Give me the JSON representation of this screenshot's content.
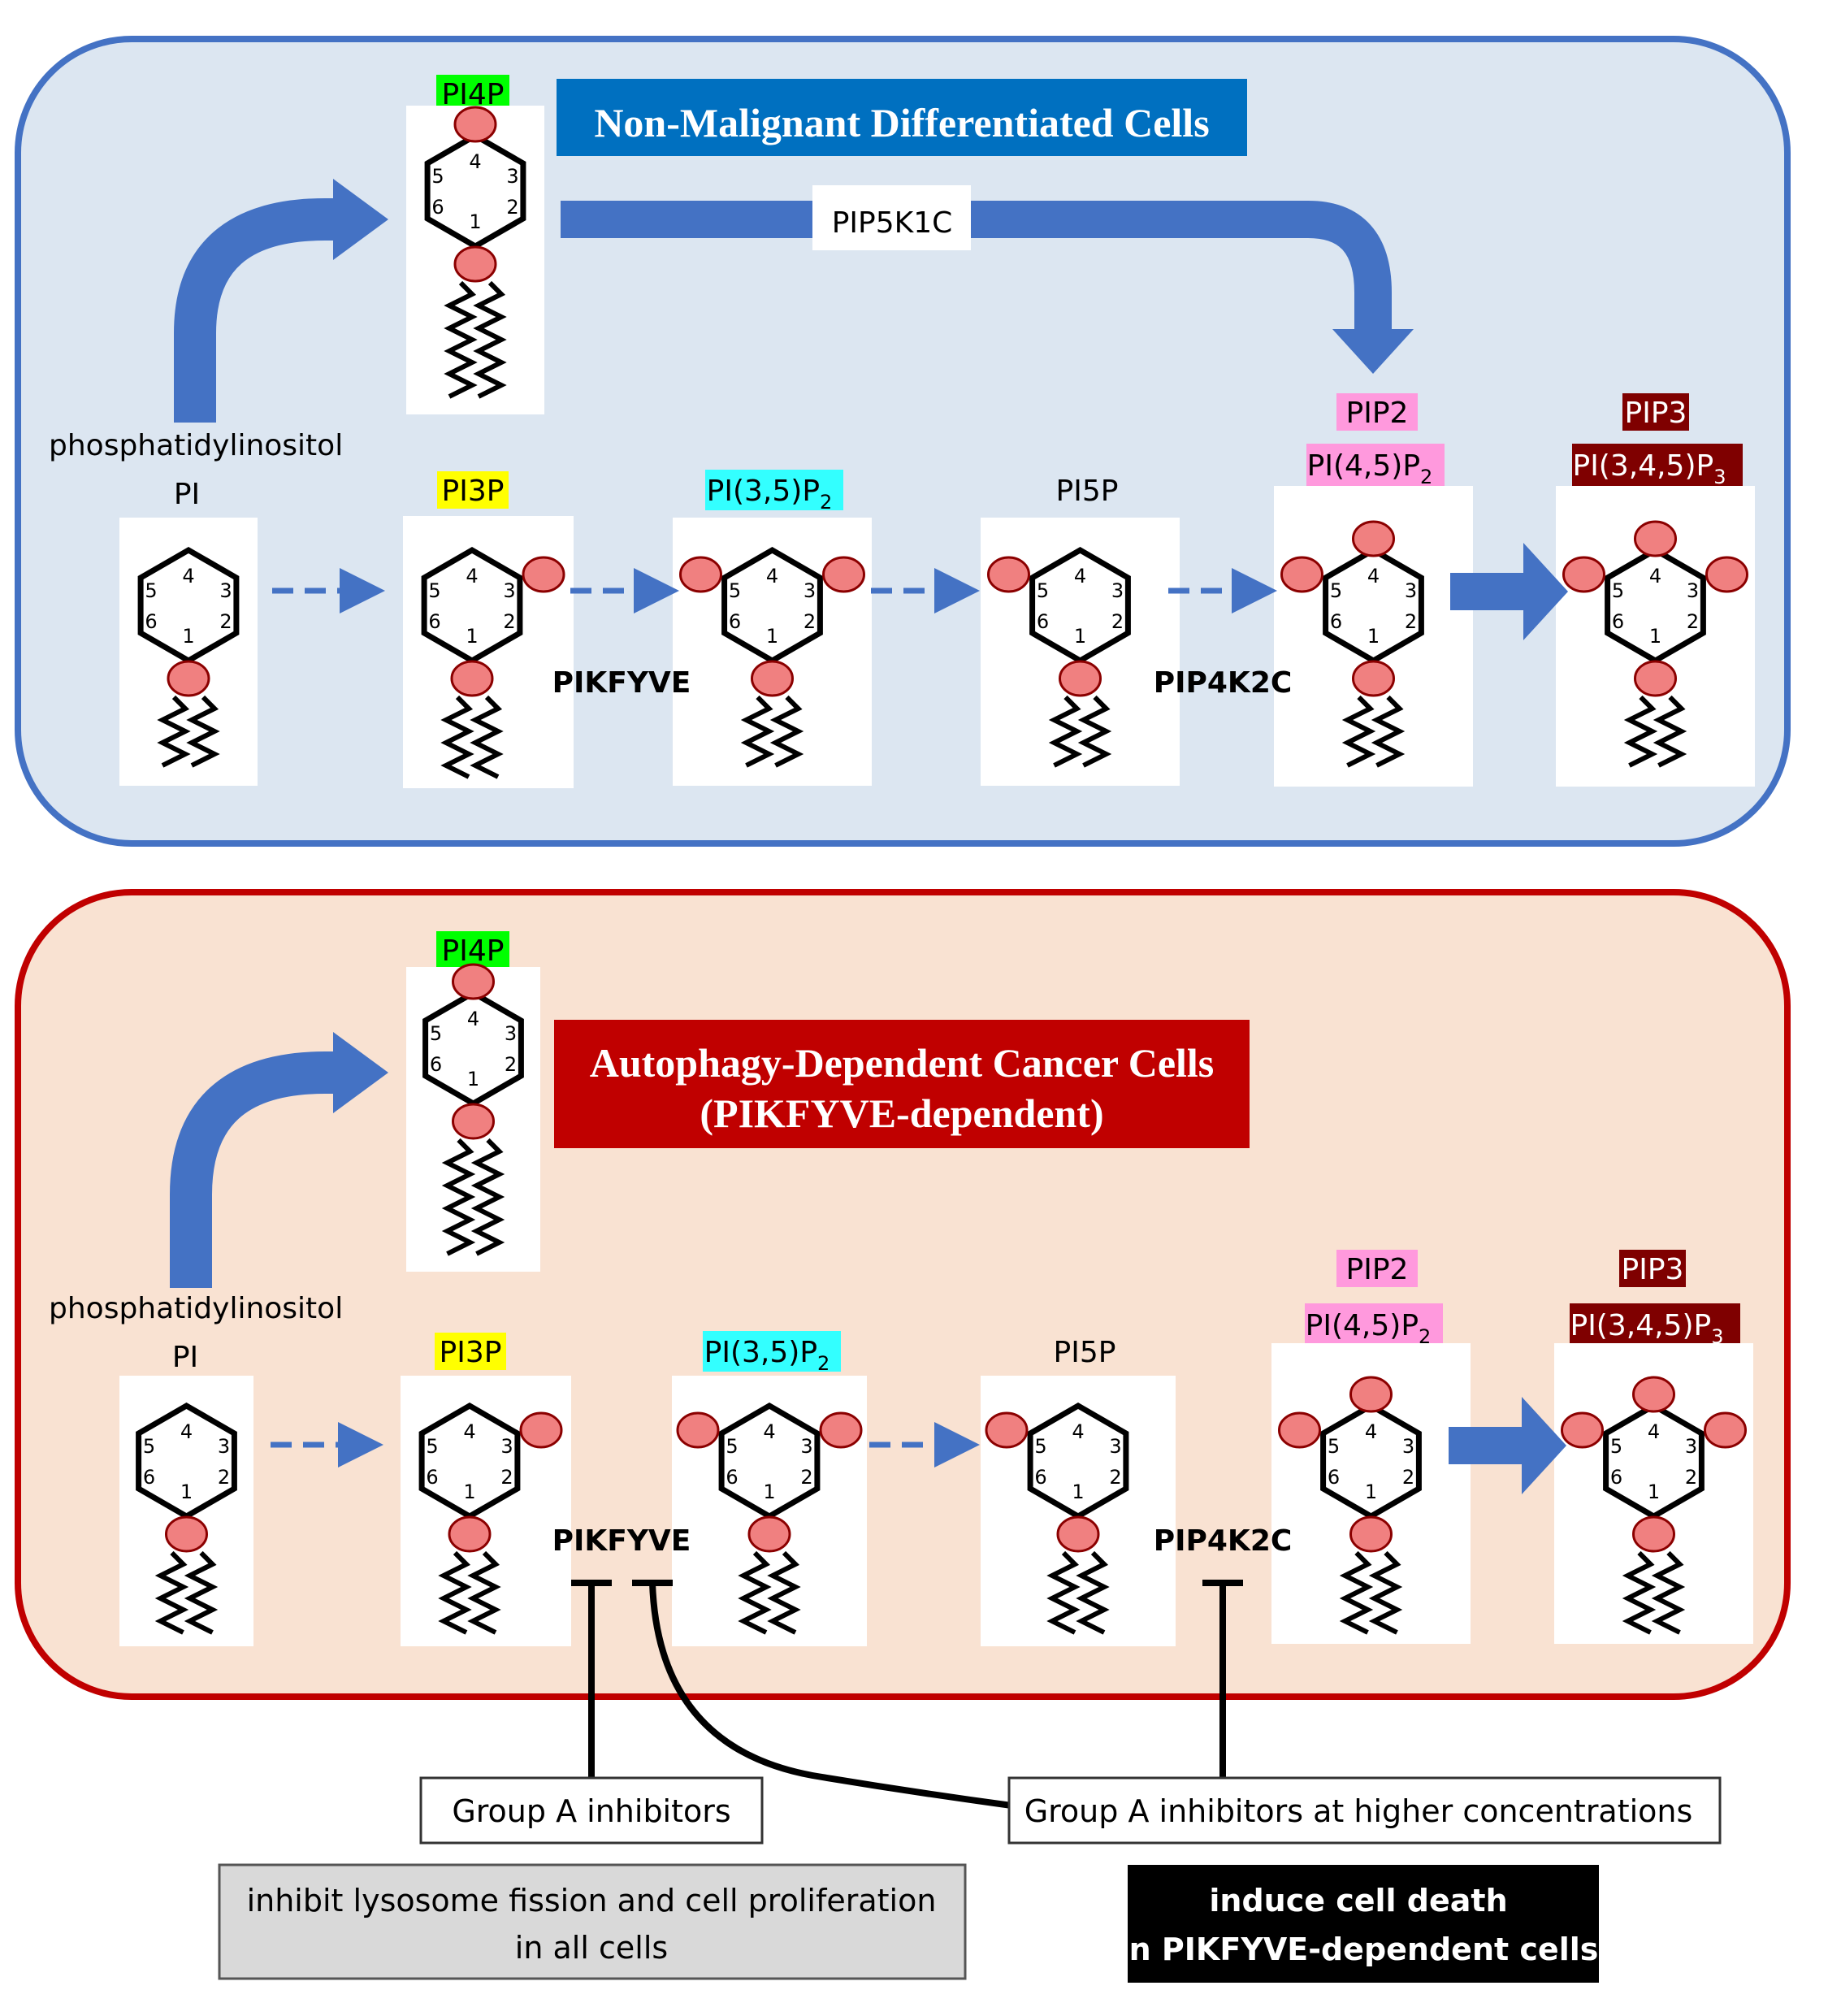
{
  "colors": {
    "top_panel_fill": "#dce6f1",
    "top_panel_stroke": "#4472c4",
    "bottom_panel_fill": "#f9e2d2",
    "bottom_panel_stroke": "#c00000",
    "arrow_blue": "#4472c4",
    "title_blue": "#0070c0",
    "title_red": "#c00000",
    "pi4p_green": "#00ff00",
    "pi3p_yellow": "#ffff00",
    "pi35p2_cyan": "#33ffff",
    "pip2_pink": "#ff99dd",
    "pip3_maroon": "#7f0000",
    "phosphate": "#f08080"
  },
  "top_panel": {
    "title": "Non-Malignant Differentiated Cells",
    "enzyme_pip5k1c": "PIP5K1C",
    "enzyme_pikfyve": "PIKFYVE",
    "enzyme_pip4k2c": "PIP4K2C",
    "pi_name": "phosphatidylinositol",
    "labels": {
      "pi4p": "PI4P",
      "pi": "PI",
      "pi3p": "PI3P",
      "pi35p2": "PI(3,5)P",
      "pi5p": "PI5P",
      "pip2": "PIP2",
      "pi45p2": "PI(4,5)P",
      "pip3": "PIP3",
      "pi345p3": "PI(3,4,5)P"
    }
  },
  "bottom_panel": {
    "title_line1": "Autophagy-Dependent Cancer Cells",
    "title_line2": "(PIKFYVE-dependent)",
    "enzyme_pikfyve": "PIKFYVE",
    "enzyme_pip4k2c": "PIP4K2C",
    "pi_name": "phosphatidylinositol",
    "labels": {
      "pi4p": "PI4P",
      "pi": "PI",
      "pi3p": "PI3P",
      "pi35p2": "PI(3,5)P",
      "pi5p": "PI5P",
      "pip2": "PIP2",
      "pi45p2": "PI(4,5)P",
      "pip3": "PIP3",
      "pi345p3": "PI(3,4,5)P"
    }
  },
  "ring_numbers": [
    "1",
    "2",
    "3",
    "4",
    "5",
    "6"
  ],
  "subscripts": {
    "two": "2",
    "three": "3"
  },
  "inhibitors": {
    "group_a": "Group A inhibitors",
    "group_a_high": "Group A inhibitors at higher concentrations"
  },
  "outcomes": {
    "lysosome_line1": "inhibit lysosome fission and cell proliferation",
    "lysosome_line2": "in all cells",
    "death_line1": "induce cell death",
    "death_line2": "in PIKFYVE-dependent cells"
  }
}
